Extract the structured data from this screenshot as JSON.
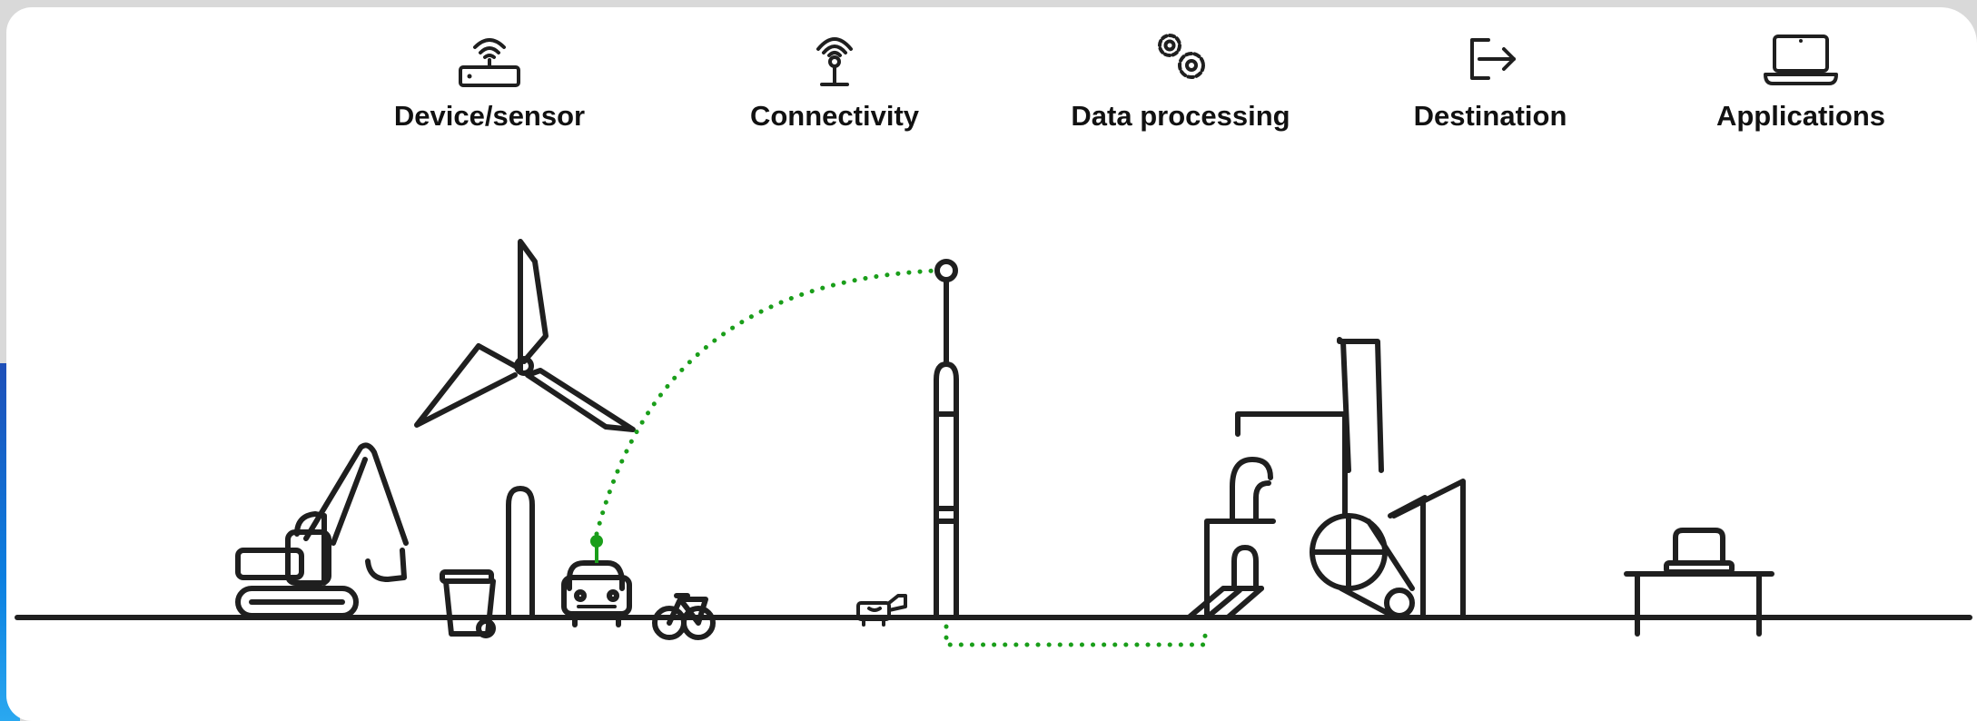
{
  "stages": [
    {
      "label": "Device/sensor",
      "icon": "router-icon"
    },
    {
      "label": "Connectivity",
      "icon": "antenna-icon"
    },
    {
      "label": "Data processing",
      "icon": "gears-icon"
    },
    {
      "label": "Destination",
      "icon": "export-arrow-icon"
    },
    {
      "label": "Applications",
      "icon": "laptop-icon"
    }
  ],
  "colors": {
    "ink": "#1f1f1f",
    "signal": "#1a9e1a",
    "background": "#ffffff"
  }
}
